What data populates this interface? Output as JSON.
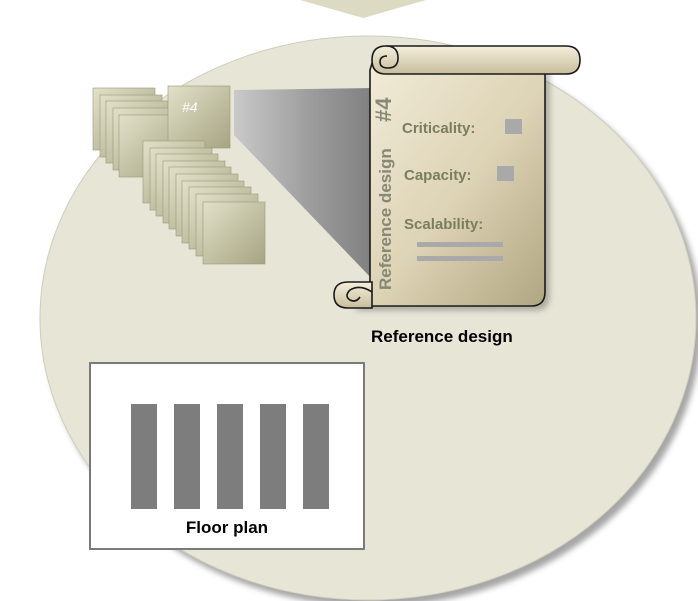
{
  "scroll": {
    "badge": "#4",
    "vertical_title": "Reference design",
    "fields": [
      {
        "label": "Criticality:"
      },
      {
        "label": "Capacity:"
      },
      {
        "label": "Scalability:"
      }
    ],
    "caption": "Reference design"
  },
  "stack": {
    "badge": "#4"
  },
  "floor_plan": {
    "caption": "Floor plan",
    "rack_count": 5
  },
  "colors": {
    "circle": "#e7e5d6",
    "card_light": "#d8d6bd",
    "card_dark": "#a8a684",
    "scroll_light": "#efe9d5",
    "scroll_dark": "#b6ac89",
    "text_olive": "#7a7d5f",
    "placeholder": "#a9a9a9",
    "rack": "#7d7d7d"
  }
}
